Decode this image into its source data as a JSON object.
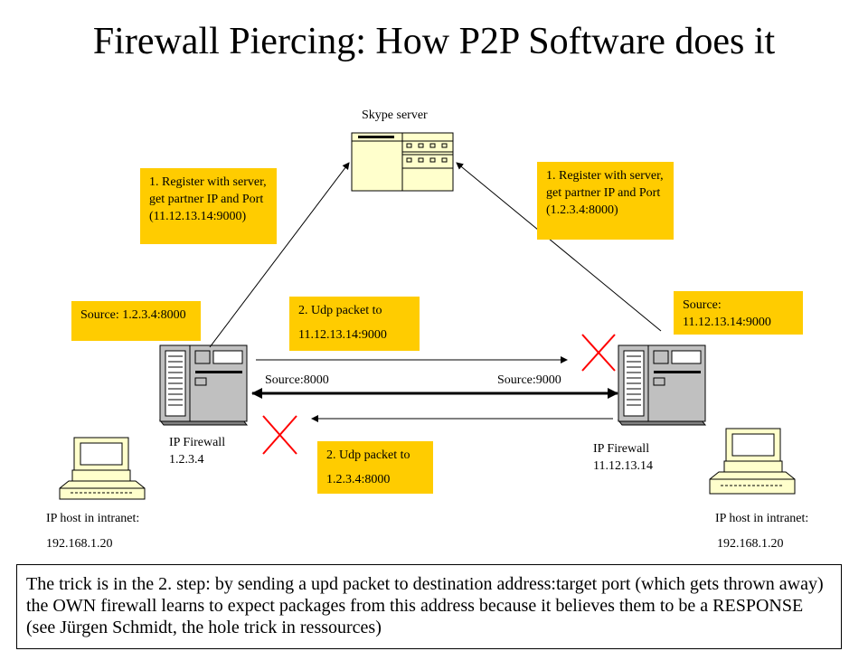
{
  "title": "Firewall Piercing: How P2P Software does it",
  "server": {
    "label": "Skype server"
  },
  "notes": {
    "register_left": "1. Register with server, get partner IP and Port (11.12.13.14:9000)",
    "register_right": "1. Register with server, get partner IP and Port (1.2.3.4:8000)",
    "source_left": "Source: 1.2.3.4:8000",
    "source_right": "Source: 11.12.13.14:9000",
    "udp_top_line1": "2. Udp packet to",
    "udp_top_line2": "11.12.13.14:9000",
    "udp_bottom_line1": "2. Udp packet to",
    "udp_bottom_line2": "1.2.3.4:8000"
  },
  "connection": {
    "source_left": "Source:8000",
    "source_right": "Source:9000"
  },
  "firewalls": {
    "left": {
      "name": "IP Firewall",
      "ip": "1.2.3.4"
    },
    "right": {
      "name": "IP Firewall",
      "ip": "11.12.13.14"
    }
  },
  "hosts": {
    "left": {
      "label": "IP host in intranet:",
      "ip": "192.168.1.20"
    },
    "right": {
      "label": "IP host in intranet:",
      "ip": "192.168.1.20"
    }
  },
  "footer": "The trick is in the 2. step: by sending a upd packet to destination address:target port (which gets thrown away) the OWN firewall learns to expect packages from this address because it believes them to be a RESPONSE (see Jürgen Schmidt, the hole trick in ressources)",
  "colors": {
    "note": "#FFCC00",
    "cross": "#FF0000",
    "server": "#FFFFCC",
    "firewall": "#C0C0C0"
  }
}
